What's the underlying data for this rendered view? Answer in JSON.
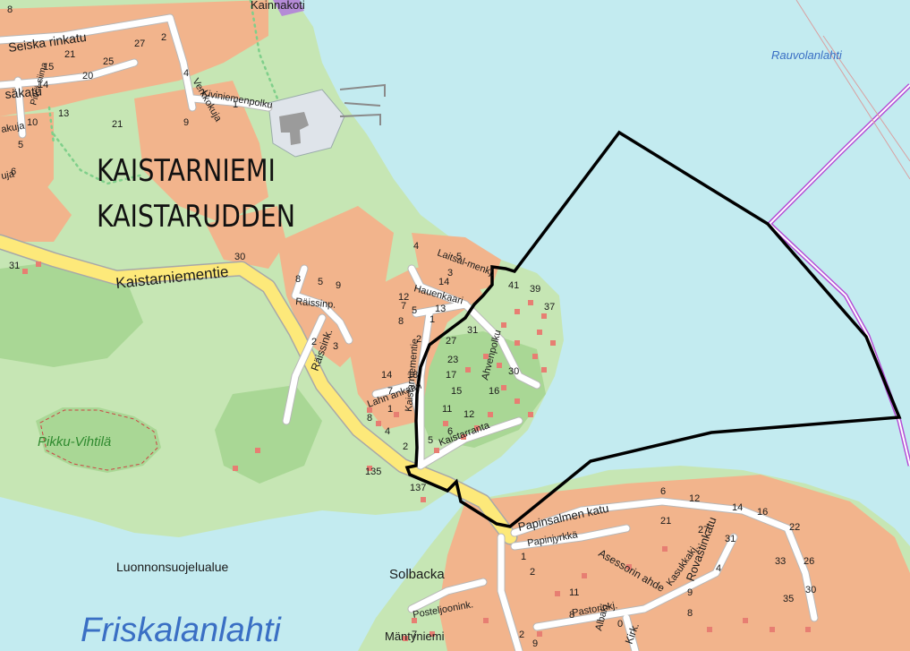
{
  "map": {
    "district_name_fi": "KAISTARNIEMI",
    "district_name_sv": "KAISTARUDDEN",
    "water_names": {
      "rauvolanlahti": "Rauvolanlahti",
      "friskalanlahti": "Friskalanlahti"
    },
    "island_name": "Pikku-Vihtilä",
    "area_names": {
      "luonnonsuojelualue": "Luonnonsuojelualue",
      "solbacka": "Solbacka",
      "mantyniemi": "Mäntyniemi",
      "kainnakoti": "Kainnakoti"
    },
    "streets": {
      "seiskarinkatu": "Seiska rinkatu",
      "sakatu": "säkatu",
      "kaistarniementie": "Kaistarniementie",
      "raissink": "Räissink.",
      "raissinp": "Räissinp.",
      "lahnankaari": "Lahn ankaari",
      "kaistaranta": "Kaistarranta",
      "ahvenpolku": "Ahvenpolku",
      "haukankaari": "Hauenkaari",
      "laitsalmenkj": "Laitsal-menkj.",
      "papinsalmenkatu": "Papinsalmen katu",
      "papinjyrkka": "Papinjyrkkä",
      "asessorinahde": "Asessorin ahde",
      "pastorinkj": "Pastorinkj.",
      "rovastinkatu": "Rovastinkatu",
      "kivinimenpolku": "Kiviniemenpolku",
      "pitkasiima": "Pitkä-siima",
      "kasukkakj": "Kasukkakj.",
      "postelj": "Posteljoonink.",
      "kaistarnementie_inner": "Kaistarniementie",
      "kaikj": "Kirk.",
      "albaki": "Albakj.",
      "verkkokuja": "Verkkokuja",
      "akuja": "akuja",
      "uja": "uja"
    },
    "house_numbers": [
      {
        "id": "n8a",
        "text": "8"
      },
      {
        "id": "n15",
        "text": "15"
      },
      {
        "id": "n21",
        "text": "21"
      },
      {
        "id": "n27",
        "text": "27"
      },
      {
        "id": "n25",
        "text": "25"
      },
      {
        "id": "n20",
        "text": "20"
      },
      {
        "id": "n14",
        "text": "14"
      },
      {
        "id": "n13",
        "text": "13"
      },
      {
        "id": "n21b",
        "text": "21"
      },
      {
        "id": "n10",
        "text": "10"
      },
      {
        "id": "n5a",
        "text": "5"
      },
      {
        "id": "n6a",
        "text": "6"
      },
      {
        "id": "n9a",
        "text": "9"
      },
      {
        "id": "n4a",
        "text": "4"
      },
      {
        "id": "n2a",
        "text": "2"
      },
      {
        "id": "n1a",
        "text": "1"
      },
      {
        "id": "n31a",
        "text": "31"
      },
      {
        "id": "n30a",
        "text": "30"
      },
      {
        "id": "n8b",
        "text": "8"
      },
      {
        "id": "n5b",
        "text": "5"
      },
      {
        "id": "n9b",
        "text": "9"
      },
      {
        "id": "n2b",
        "text": "2"
      },
      {
        "id": "n3a",
        "text": "3"
      },
      {
        "id": "n4b",
        "text": "4"
      },
      {
        "id": "n5c",
        "text": "5"
      },
      {
        "id": "n12a",
        "text": "12"
      },
      {
        "id": "n7a",
        "text": "7"
      },
      {
        "id": "n5d",
        "text": "5"
      },
      {
        "id": "n13a",
        "text": "13"
      },
      {
        "id": "n14b",
        "text": "14"
      },
      {
        "id": "n3b",
        "text": "3"
      },
      {
        "id": "n8c",
        "text": "8"
      },
      {
        "id": "n1b",
        "text": "1"
      },
      {
        "id": "n2c",
        "text": "2"
      },
      {
        "id": "n27b",
        "text": "27"
      },
      {
        "id": "n31b",
        "text": "31"
      },
      {
        "id": "n41",
        "text": "41"
      },
      {
        "id": "n39",
        "text": "39"
      },
      {
        "id": "n37",
        "text": "37"
      },
      {
        "id": "n23",
        "text": "23"
      },
      {
        "id": "n17",
        "text": "17"
      },
      {
        "id": "n15b",
        "text": "15"
      },
      {
        "id": "n11",
        "text": "11"
      },
      {
        "id": "n16",
        "text": "16"
      },
      {
        "id": "n12b",
        "text": "12"
      },
      {
        "id": "n30b",
        "text": "30"
      },
      {
        "id": "n14c",
        "text": "14"
      },
      {
        "id": "n18",
        "text": "18"
      },
      {
        "id": "n7b",
        "text": "7"
      },
      {
        "id": "n1c",
        "text": "1"
      },
      {
        "id": "n8d",
        "text": "8"
      },
      {
        "id": "n4c",
        "text": "4"
      },
      {
        "id": "n2d",
        "text": "2"
      },
      {
        "id": "n6b",
        "text": "6"
      },
      {
        "id": "n5e",
        "text": "5"
      },
      {
        "id": "n135",
        "text": "135"
      },
      {
        "id": "n137",
        "text": "137"
      },
      {
        "id": "n6c",
        "text": "6"
      },
      {
        "id": "n12c",
        "text": "12"
      },
      {
        "id": "n14d",
        "text": "14"
      },
      {
        "id": "n16b",
        "text": "16"
      },
      {
        "id": "n21c",
        "text": "21"
      },
      {
        "id": "n27c",
        "text": "27"
      },
      {
        "id": "n31c",
        "text": "31"
      },
      {
        "id": "n22",
        "text": "22"
      },
      {
        "id": "n26",
        "text": "26"
      },
      {
        "id": "n33",
        "text": "33"
      },
      {
        "id": "n30c",
        "text": "30"
      },
      {
        "id": "n35",
        "text": "35"
      },
      {
        "id": "n4d",
        "text": "4"
      },
      {
        "id": "n9c",
        "text": "9"
      },
      {
        "id": "n8e",
        "text": "8"
      },
      {
        "id": "n11b",
        "text": "11"
      },
      {
        "id": "n8f",
        "text": "8"
      },
      {
        "id": "n1d",
        "text": "1"
      },
      {
        "id": "n2e",
        "text": "2"
      },
      {
        "id": "n7c",
        "text": "7"
      },
      {
        "id": "n2f",
        "text": "2"
      },
      {
        "id": "n9d",
        "text": "9"
      },
      {
        "id": "n0",
        "text": "0"
      }
    ],
    "colors": {
      "water": "#c3ebf0",
      "land_green": "#c6e6b4",
      "forest_green": "#a9d795",
      "residential": "#f2b48c",
      "main_road": "#fde97a",
      "road_outline": "#a8a8a8",
      "street": "#ffffff",
      "boundary": "#000000",
      "municipal_border": "#b44fd6",
      "building": "#e77e72",
      "path_dots": "#7fcf8a"
    }
  }
}
